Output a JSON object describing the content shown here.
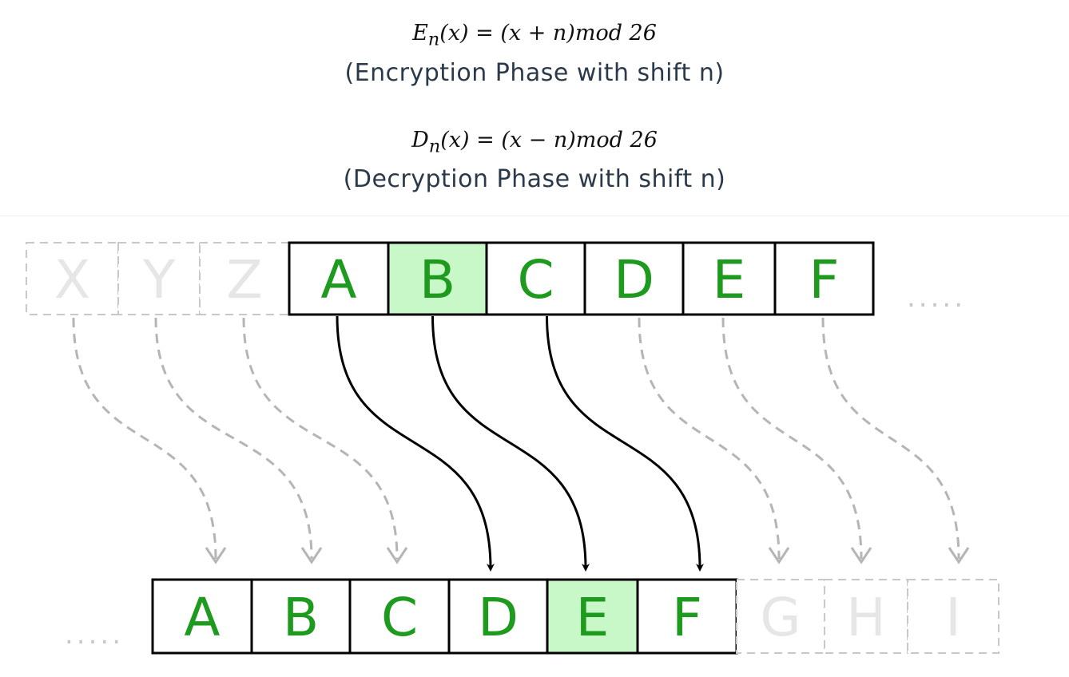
{
  "encryption": {
    "formula_lhs_letter": "E",
    "formula_subscript": "n",
    "formula_rhs": "(x) = (x + n)mod 26",
    "caption": "(Encryption Phase with shift n)"
  },
  "decryption": {
    "formula_lhs_letter": "D",
    "formula_subscript": "n",
    "formula_rhs": "(x) = (x − n)mod 26",
    "caption": "(Decryption Phase with shift n)"
  },
  "diagram": {
    "top_faded": [
      "X",
      "Y",
      "Z"
    ],
    "top_row": [
      "A",
      "B",
      "C",
      "D",
      "E",
      "F"
    ],
    "top_highlight": "B",
    "top_continuation": ".....",
    "bottom_continuation": ".....",
    "bottom_row": [
      "A",
      "B",
      "C",
      "D",
      "E",
      "F"
    ],
    "bottom_highlight": "E",
    "bottom_faded": [
      "G",
      "H",
      "I"
    ],
    "colors": {
      "letter": "#1e9a1e",
      "highlight_fill": "#c8f7c8",
      "faded": "#e6e6e6",
      "dashed": "#b5b5b5",
      "arrow": "#000000"
    }
  }
}
